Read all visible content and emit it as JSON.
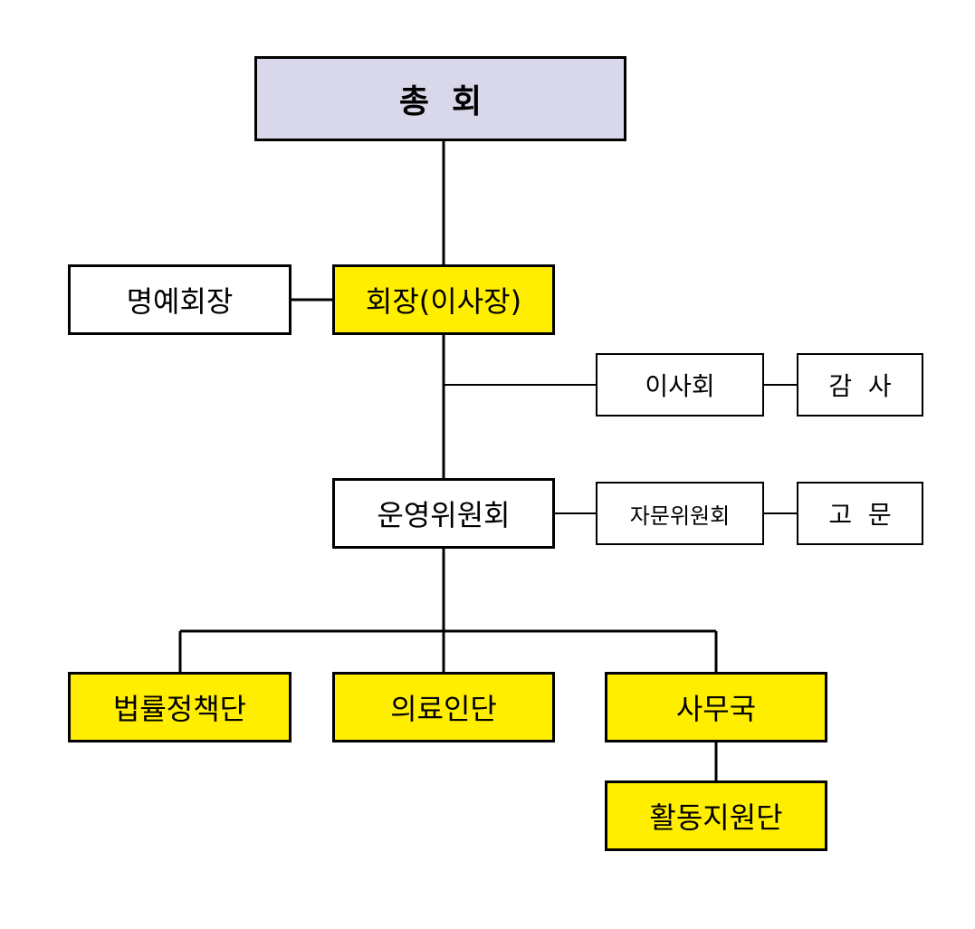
{
  "org_chart": {
    "general_assembly": "총  회",
    "honorary_chair": "명예회장",
    "chairman": "회장(이사장)",
    "board": "이사회",
    "auditor": "감  사",
    "operating_committee": "운영위원회",
    "advisory_committee": "자문위원회",
    "adviser": "고  문",
    "legal_policy_team": "법률정책단",
    "medical_team": "의료인단",
    "secretariat": "사무국",
    "activity_support_team": "활동지원단"
  },
  "colors": {
    "top_box": "#d8d8ea",
    "highlight": "#ffee00",
    "plain": "#ffffff",
    "line": "#000000"
  }
}
